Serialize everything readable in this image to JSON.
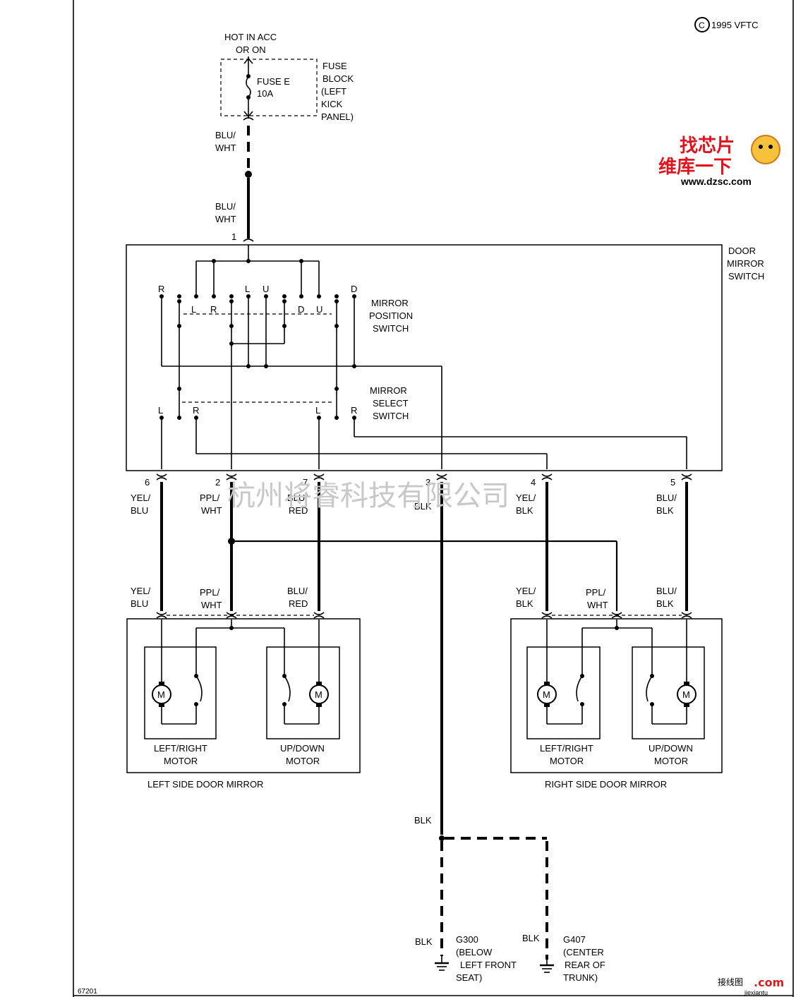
{
  "copyright": "1995 VFTC",
  "figure_id": "67201",
  "power": {
    "hot": "HOT IN ACC",
    "or_on": "OR ON"
  },
  "fuse": {
    "name": "FUSE E",
    "rating": "10A"
  },
  "fuse_block": [
    "FUSE",
    "BLOCK",
    "(LEFT",
    "KICK",
    "PANEL)"
  ],
  "door_mirror_switch": [
    "DOOR",
    "MIRROR",
    "SWITCH"
  ],
  "mirror_position_switch": [
    "MIRROR",
    "POSITION",
    "SWITCH"
  ],
  "mirror_select_switch": [
    "MIRROR",
    "SELECT",
    "SWITCH"
  ],
  "contact_labels": {
    "R": "R",
    "L": "L",
    "U": "U",
    "D": "D"
  },
  "pins": {
    "p1": "1",
    "p2": "2",
    "p3": "3",
    "p4": "4",
    "p5": "5",
    "p6": "6",
    "p7": "7"
  },
  "wire_colors": {
    "blu": "BLU/",
    "wht": "WHT",
    "yel": "YEL/",
    "ppl": "PPL/",
    "blu_slash": "BLU/",
    "blk": "BLK",
    "red": "RED",
    "blu2": "BLU"
  },
  "motors": {
    "m": "M",
    "lr_top": "LEFT/RIGHT",
    "ud_top": "UP/DOWN",
    "motor": "MOTOR"
  },
  "left_mirror": "LEFT SIDE DOOR MIRROR",
  "right_mirror": "RIGHT SIDE DOOR MIRROR",
  "g300": [
    "G300",
    "(BELOW",
    "LEFT FRONT",
    "SEAT)"
  ],
  "g407": [
    "G407",
    "(CENTER",
    "REAR OF",
    "TRUNK)"
  ],
  "watermark": "杭州将睿科技有限公司",
  "logo": {
    "top": "找芯片",
    "bottom": "维库一下",
    "url": "www.dzsc.com"
  },
  "logo2": {
    "cn": "接线图",
    "com": ".com",
    "url": "jiexiantu"
  }
}
